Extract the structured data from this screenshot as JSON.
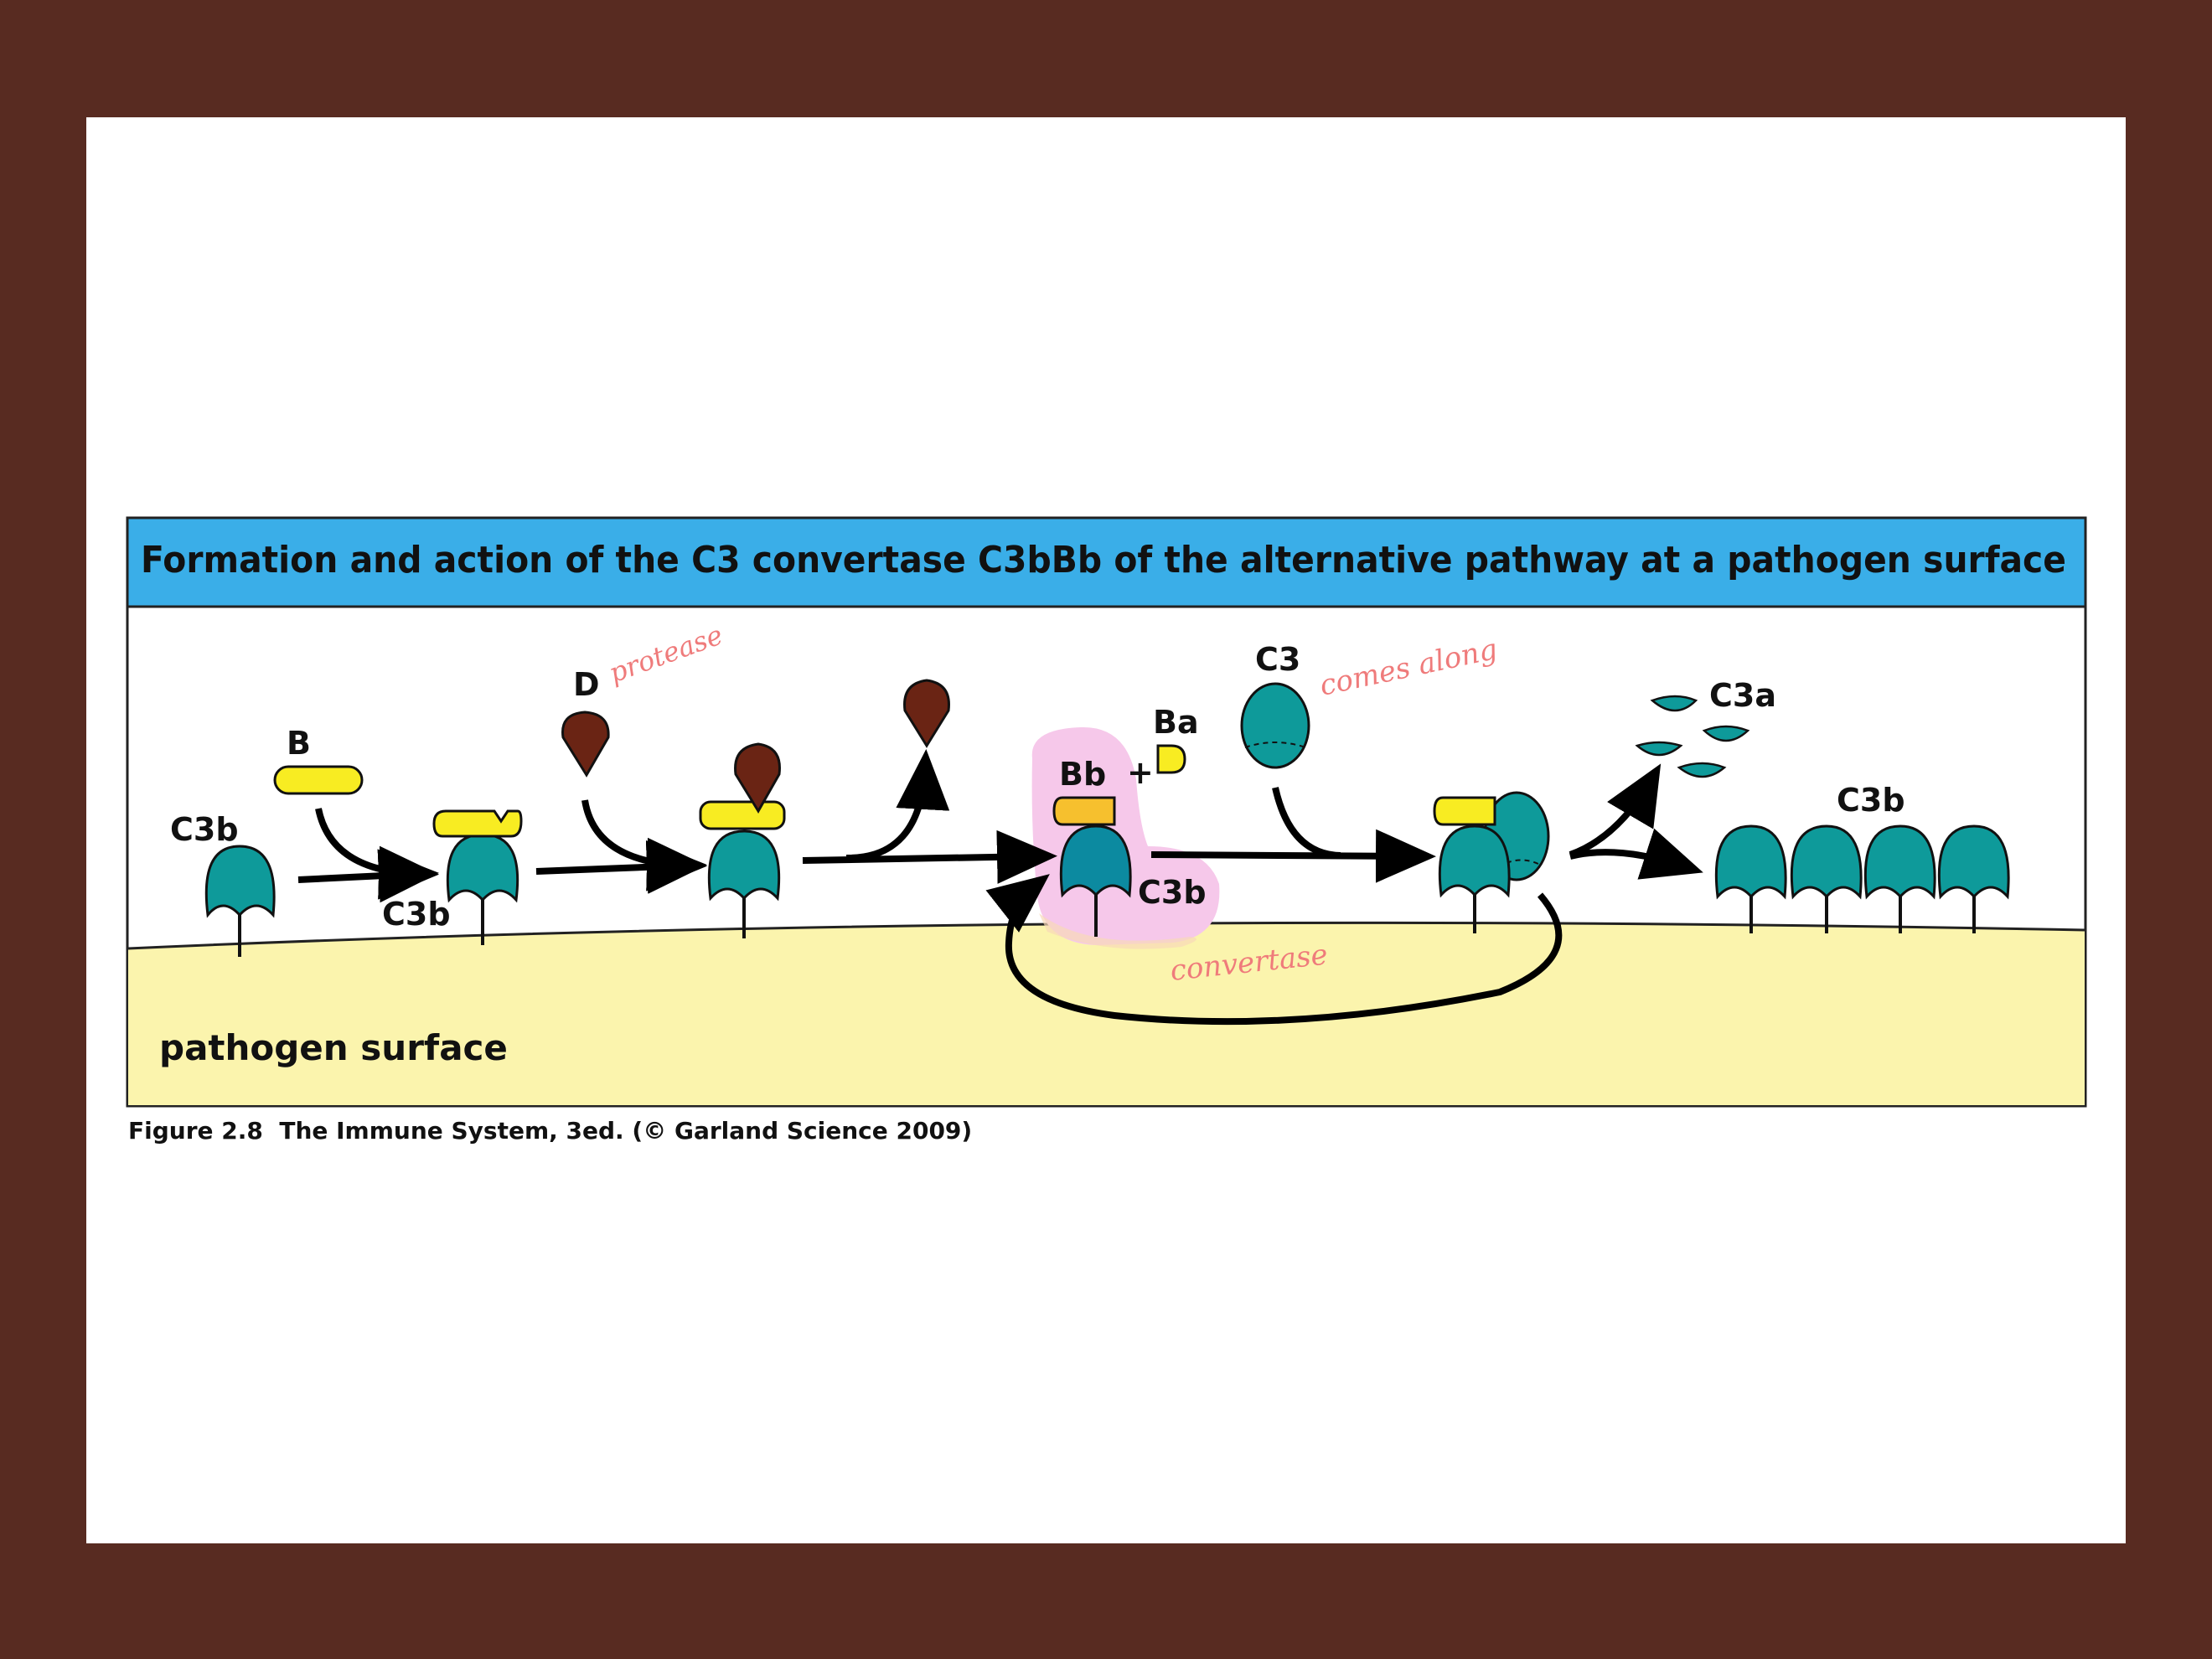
{
  "figure": {
    "title": "Formation and action of the C3 convertase C3bBb of the alternative pathway at a pathogen surface",
    "surface_label": "pathogen surface",
    "caption": "Figure 2.8  The Immune System, 3ed. (© Garland Science 2009)"
  },
  "labels": {
    "c3b_1": "C3b",
    "b": "B",
    "c3b_2": "C3b",
    "d": "D",
    "bb": "Bb",
    "plus": "+",
    "ba": "Ba",
    "c3b_3": "C3b",
    "c3": "C3",
    "c3a": "C3a",
    "c3b_4": "C3b"
  },
  "annotations": {
    "protease": "protease",
    "comes_along": "comes along",
    "convertase": "convertase"
  },
  "colors": {
    "background": "#582b21",
    "title_bar": "#3aaee8",
    "surface": "#fbf4ad",
    "c3b": "#0e9a9a",
    "factor_b": "#f8ec22",
    "bb": "#f6c02e",
    "factor_d": "#6a2414",
    "highlight": "#f6c8ea",
    "annotation_ink": "#ef7b7b"
  }
}
